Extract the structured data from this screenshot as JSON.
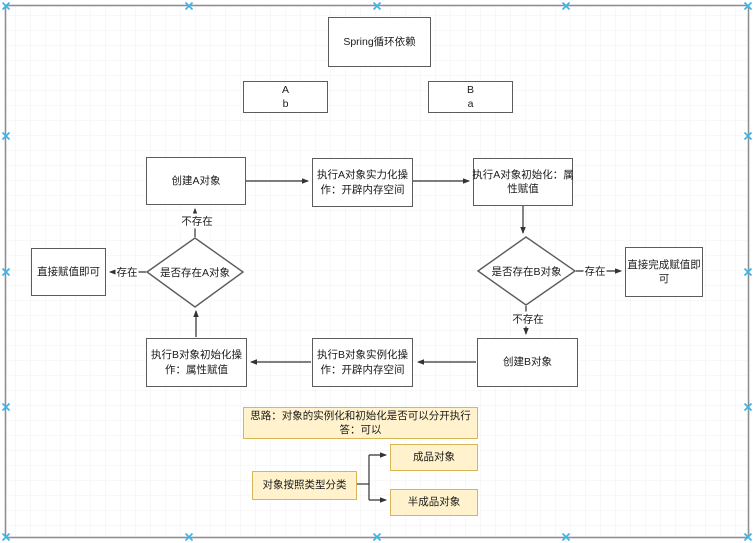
{
  "colors": {
    "note_fill": "#fff2cc",
    "note_border": "#d6b656",
    "shape_border": "#5c5c5c",
    "connector": "#333333",
    "page_border": "#8f8f8f",
    "handle_cross": "#3db5e6"
  },
  "nodes": {
    "spring_title": {
      "label": "Spring循环依赖"
    },
    "class_a": {
      "label": "A\nb"
    },
    "class_b": {
      "label": "B\na"
    },
    "create_a": {
      "label": "创建A对象"
    },
    "a_instantiate": {
      "label": "执行A对象实力化操\n作：开辟内存空间"
    },
    "a_initialize": {
      "label": "执行A对象初始化：属\n性赋值"
    },
    "check_a": {
      "label": "是否存在A对象"
    },
    "direct_assign": {
      "label": "直接赋值即可"
    },
    "check_b": {
      "label": "是否存在B对象"
    },
    "direct_complete": {
      "label": "直接完成赋值即\n可"
    },
    "create_b": {
      "label": "创建B对象"
    },
    "b_instantiate": {
      "label": "执行B对象实例化操\n作：开辟内存空间"
    },
    "b_initialize": {
      "label": "执行B对象初始化操\n作：属性赋值"
    },
    "idea_note": {
      "label": "思路：对象的实例化和初始化是否可以分开执行\n答：可以"
    },
    "classify": {
      "label": "对象按照类型分类"
    },
    "finished": {
      "label": "成品对象"
    },
    "semi_finished": {
      "label": "半成品对象"
    }
  },
  "edge_labels": {
    "check_a_no": "不存在",
    "check_a_yes": "存在",
    "check_b_yes": "存在",
    "check_b_no": "不存在"
  }
}
